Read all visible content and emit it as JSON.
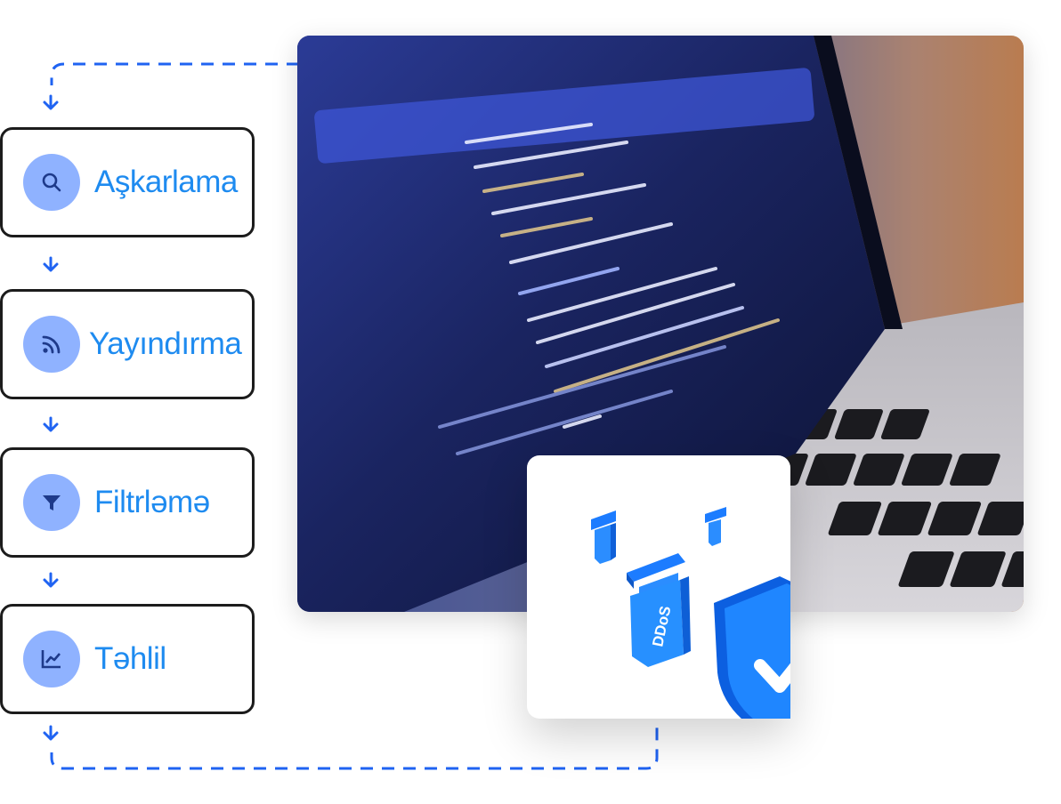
{
  "steps": [
    {
      "label": "Aşkarlama",
      "icon": "search-icon"
    },
    {
      "label": "Yayındırma",
      "icon": "rss-icon"
    },
    {
      "label": "Filtrləmə",
      "icon": "funnel-icon"
    },
    {
      "label": "Təhlil",
      "icon": "line-chart-icon"
    }
  ],
  "graphic": {
    "vessel_text": "DDoS"
  },
  "colors": {
    "accent_blue": "#1e8bf0",
    "dash_blue": "#1f63f2",
    "icon_circle": "#8fb2ff",
    "shield_blue": "#1c7cff"
  }
}
